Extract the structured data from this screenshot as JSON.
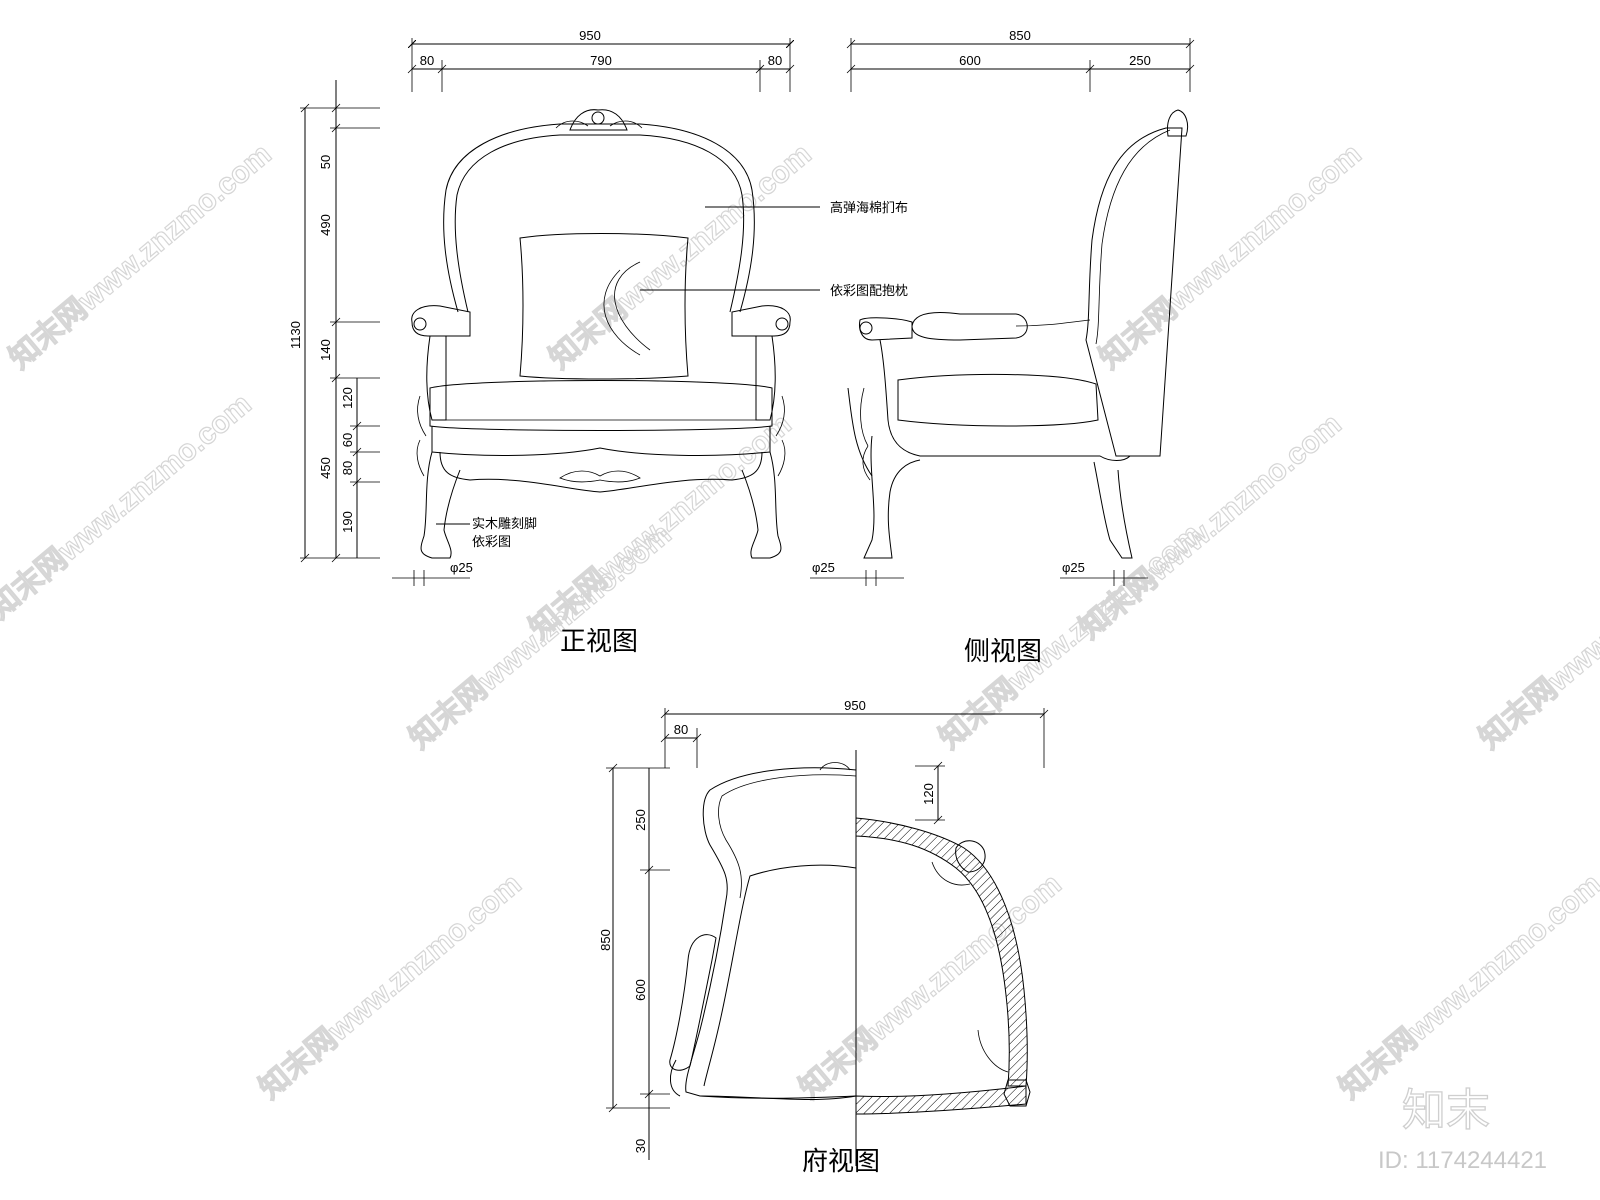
{
  "watermark": {
    "text": "知末网www.znzmo.com",
    "brand": "知末",
    "id": "ID: 1174244421"
  },
  "front_view": {
    "title": "正视图",
    "dim_top_total": "950",
    "dim_top_left": "80",
    "dim_top_mid": "790",
    "dim_top_right": "80",
    "dim_total_height": "1130",
    "dim_v_50": "50",
    "dim_v_490": "490",
    "dim_v_140": "140",
    "dim_v_450": "450",
    "dim_v_120": "120",
    "dim_v_60": "60",
    "dim_v_80": "80",
    "dim_v_190": "190",
    "leg_diameter": "φ25",
    "note_fabric": "高弹海棉扪布",
    "note_pillow": "依彩图配抱枕",
    "note_leg_1": "实木雕刻脚",
    "note_leg_2": "依彩图"
  },
  "side_view": {
    "title": "侧视图",
    "dim_total": "850",
    "dim_left": "600",
    "dim_right": "250",
    "leg_diameter_front": "φ25",
    "leg_diameter_back": "φ25"
  },
  "top_view": {
    "title": "府视图",
    "dim_total": "950",
    "dim_left": "80",
    "dim_v_120": "120",
    "dim_v_250": "250",
    "dim_v_850": "850",
    "dim_v_600": "600",
    "dim_v_30": "30"
  }
}
